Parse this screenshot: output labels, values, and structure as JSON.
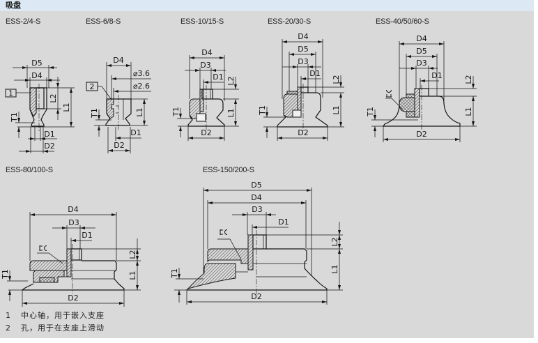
{
  "header": {
    "title": "吸盘"
  },
  "drawings": [
    {
      "name": "ESS-2/4-S",
      "callout": "1",
      "dims": {
        "d5": "D5",
        "d4": "D4",
        "l2": "L2",
        "l1": "L1",
        "t1": "T1",
        "d1": "D1",
        "d2": "D2"
      }
    },
    {
      "name": "ESS-6/8-S",
      "callout": "2",
      "dims": {
        "d4": "D4",
        "dia_outer": "⌀3.6",
        "dia_inner": "⌀2.6",
        "l1": "L1",
        "t1": "T1",
        "d1": "D1",
        "d2": "D2"
      }
    },
    {
      "name": "ESS-10/15-S",
      "dims": {
        "d4": "D4",
        "d3": "D3",
        "d1": "D1",
        "l2": "L2",
        "l1": "L1",
        "t1": "T1",
        "d2": "D2"
      }
    },
    {
      "name": "ESS-20/30-S",
      "dims": {
        "d4": "D4",
        "d5": "D5",
        "d3": "D3",
        "d1": "D1",
        "l2": "L2",
        "l1": "L1",
        "t1": "T1",
        "d2": "D2"
      }
    },
    {
      "name": "ESS-40/50/60-S",
      "icon": "wrench-icon",
      "dims": {
        "d4": "D4",
        "d5": "D5",
        "d3": "D3",
        "d1": "D1",
        "l2": "L2",
        "l1": "L1",
        "t1": "T1",
        "d2": "D2"
      }
    },
    {
      "name": "ESS-80/100-S",
      "icon": "wrench-icon",
      "dims": {
        "d4": "D4",
        "d3": "D3",
        "d1": "D1",
        "l2": "L2",
        "l1": "L1",
        "t1": "T1",
        "d2": "D2"
      }
    },
    {
      "name": "ESS-150/200-S",
      "icon": "wrench-icon",
      "dims": {
        "d5": "D5",
        "d4": "D4",
        "d3": "D3",
        "d1": "D1",
        "l2": "L2",
        "l1": "L1",
        "t1": "T1",
        "d2": "D2"
      }
    }
  ],
  "legend": [
    {
      "number": "1",
      "text": "中心轴，用于嵌入支座"
    },
    {
      "number": "2",
      "text": "孔，用于在支座上滑动"
    }
  ],
  "colors": {
    "header_bg": "#dce9f4",
    "panel_bg": "#d9d9d9",
    "line": "#151515"
  }
}
